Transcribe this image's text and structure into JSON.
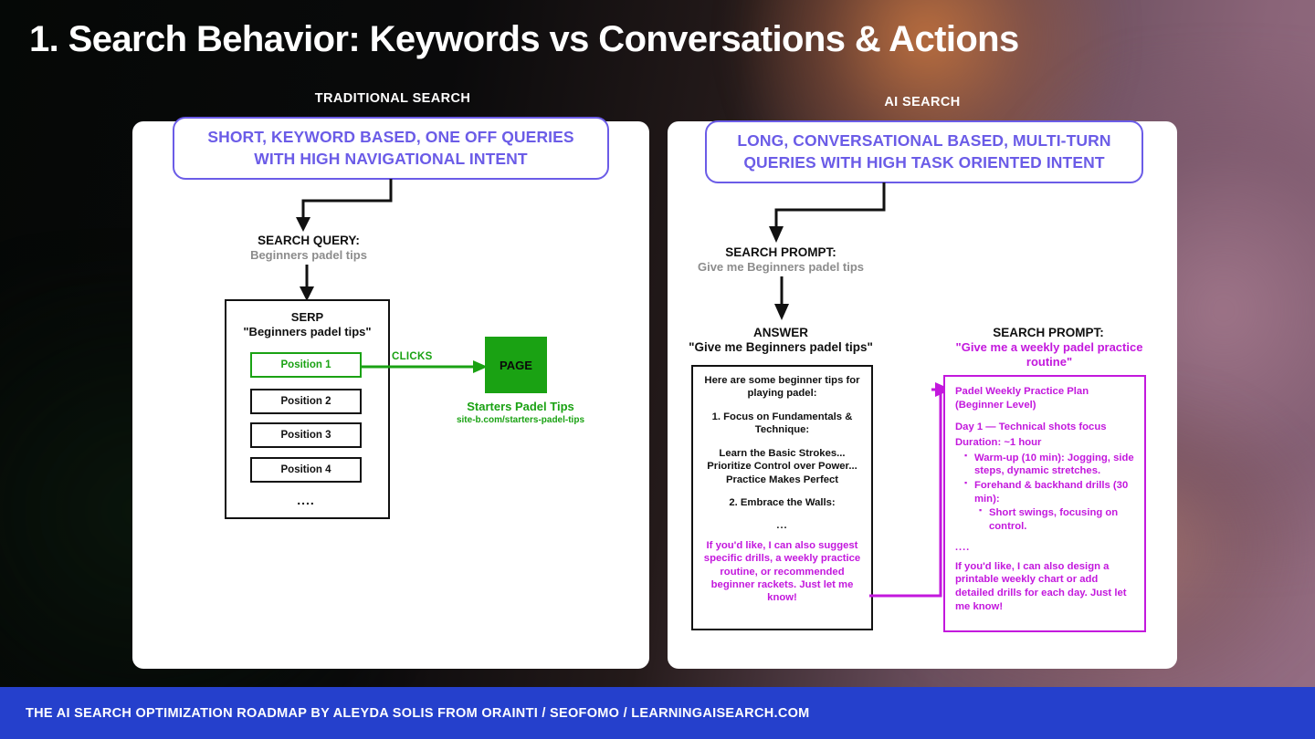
{
  "slide": {
    "title": "1. Search Behavior: Keywords vs Conversations & Actions",
    "background_colors": {
      "dark": "#0a0a0a",
      "orange_glow": "#ce783e",
      "mauve_glow": "#a0768a"
    }
  },
  "columns": {
    "left": {
      "label": "TRADITIONAL SEARCH",
      "badge": "SHORT, KEYWORD BASED, ONE OFF QUERIES WITH HIGH NAVIGATIONAL INTENT",
      "badge_color": "#6b5ce7",
      "query_title": "SEARCH QUERY:",
      "query_value": "Beginners padel tips",
      "serp": {
        "title": "SERP",
        "query": "\"Beginners padel tips\"",
        "positions": [
          "Position 1",
          "Position 2",
          "Position 3",
          "Position 4"
        ],
        "highlight_index": 0,
        "highlight_color": "#1aa213",
        "ellipsis": "...."
      },
      "clicks_label": "CLICKS",
      "result": {
        "box_label": "PAGE",
        "title": "Starters Padel Tips",
        "url": "site-b.com/starters-padel-tips",
        "color": "#1aa213"
      }
    },
    "right": {
      "label": "AI SEARCH",
      "badge": "LONG, CONVERSATIONAL BASED, MULTI-TURN QUERIES WITH HIGH TASK ORIENTED INTENT",
      "badge_color": "#6b5ce7",
      "prompt_title": "SEARCH PROMPT:",
      "prompt_value": "Give me Beginners padel tips",
      "answer": {
        "title": "ANSWER",
        "query": "\"Give me Beginners padel tips\"",
        "paragraphs": [
          "Here are some beginner tips for playing padel:",
          "1. Focus on Fundamentals & Technique:",
          "Learn the Basic Strokes... Prioritize Control over Power... Practice Makes Perfect",
          "2. Embrace the Walls:"
        ],
        "ellipsis": "...",
        "followup": "If you'd like, I can also suggest specific drills, a weekly practice routine, or recommended beginner rackets. Just let me know!",
        "followup_color": "#c318dd"
      },
      "followup_prompt": {
        "title": "SEARCH PROMPT:",
        "query": "\"Give me a weekly padel practice routine\"",
        "color": "#c318dd"
      },
      "plan": {
        "heading": "Padel Weekly Practice Plan (Beginner Level)",
        "day_line": "Day 1 — Technical shots focus",
        "duration_line": "Duration: ~1 hour",
        "bullets": [
          "Warm-up (10 min): Jogging, side steps, dynamic stretches.",
          "Forehand & backhand drills (30 min):"
        ],
        "sub_bullets": [
          "Short swings, focusing on control."
        ],
        "ellipsis": "....",
        "followup": "If you'd like, I can also design a printable weekly chart or add detailed drills for each day. Just let me know!",
        "border_color": "#c318dd"
      }
    }
  },
  "footer": {
    "text": "THE AI SEARCH OPTIMIZATION ROADMAP BY ALEYDA SOLIS FROM ORAINTI / SEOFOMO / LEARNINGAISEARCH.COM",
    "background": "#2540cc"
  }
}
